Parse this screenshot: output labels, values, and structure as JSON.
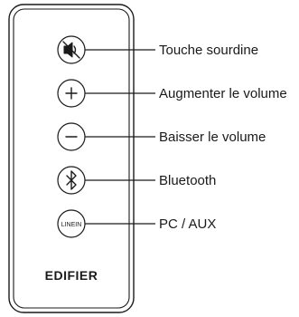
{
  "buttons": [
    {
      "icon": "mute-speaker-icon",
      "label": "Touche sourdine"
    },
    {
      "icon": "plus-icon",
      "label": "Augmenter le volume"
    },
    {
      "icon": "minus-icon",
      "label": "Baisser le volume"
    },
    {
      "icon": "bluetooth-icon",
      "label": "Bluetooth"
    },
    {
      "icon": "line-in-icon",
      "label": "PC / AUX",
      "glyph_text": "LINEIN"
    }
  ],
  "brand": "EDIFIER",
  "colors": {
    "line": "#1a1a1a",
    "background": "#ffffff"
  }
}
